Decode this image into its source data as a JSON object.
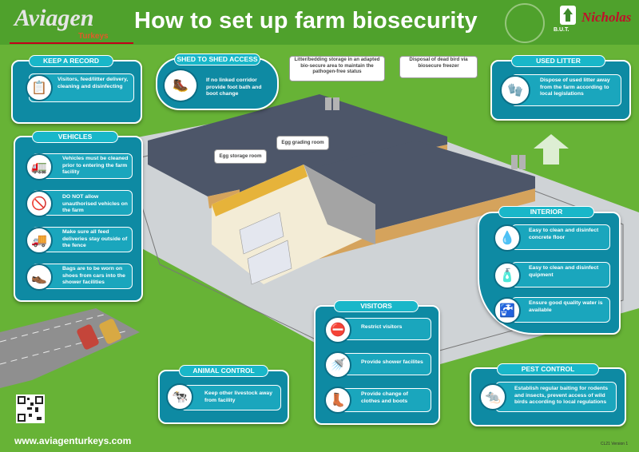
{
  "header": {
    "brand": "Aviagen",
    "brand_sub": "Turkeys",
    "title": "How to set up farm biosecurity",
    "partner1": "B.U.T.",
    "partner2": "Nicholas"
  },
  "keep_record": {
    "title": "KEEP A RECORD",
    "text": "Visitors, feed/litter delivery, cleaning and disinfecting"
  },
  "shed": {
    "title": "SHED TO SHED ACCESS",
    "text": "If no linked corridor provide foot bath and boot change"
  },
  "callouts": {
    "litter_storage": "Litter/bedding storage in an adapted bio-secure area to maintain the pathogen-free status",
    "dead_bird": "Disposal of dead bird via biosecure freezer",
    "egg_storage": "Egg storage room",
    "egg_grading": "Egg grading room"
  },
  "used_litter": {
    "title": "USED LITTER",
    "text": "Dispose of used litter away from the farm according to local legislations"
  },
  "vehicles": {
    "title": "VEHICLES",
    "items": [
      "Vehicles must be cleaned prior to entering the farm facility",
      "DO NOT allow unauthorised vehicles on the farm",
      "Make sure all feed deliveries stay outside of the fence",
      "Bags are to be worn on shoes from cars into the shower facilities"
    ]
  },
  "interior": {
    "title": "INTERIOR",
    "items": [
      "Easy to clean and disinfect concrete floor",
      "Easy to clean and disinfect quipment",
      "Ensure good quality water is available"
    ]
  },
  "visitors": {
    "title": "VISITORS",
    "items": [
      "Restrict visitors",
      "Provide shower facilites",
      "Provide change of clothes and boots"
    ]
  },
  "animal": {
    "title": "ANIMAL CONTROL",
    "text": "Keep other livestock away from facility"
  },
  "pest": {
    "title": "PEST CONTROL",
    "text": "Establish regular baiting for rodents and insects, prevent access of wild birds according to local regulations"
  },
  "footer": {
    "url": "www.aviagenturkeys.com",
    "version": "CL21 Version 1"
  },
  "icons": [
    "clipboard-icon",
    "foot-bath-icon",
    "used-litter-icon",
    "truck-wash-icon",
    "no-car-icon",
    "feed-truck-icon",
    "shoe-cover-icon",
    "floor-spray-icon",
    "disinfect-bottle-icon",
    "water-tap-icon",
    "no-visitors-icon",
    "shower-icon",
    "clothes-boots-icon",
    "livestock-icon",
    "pest-icon",
    "qr-code-icon"
  ]
}
